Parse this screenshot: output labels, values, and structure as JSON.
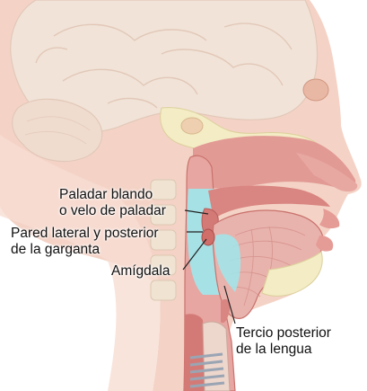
{
  "labels": {
    "soft_palate": {
      "line1": "Paladar blando",
      "line2": "o velo de paladar"
    },
    "throat_wall": {
      "line1": "Pared lateral y posterior",
      "line2": "de la garganta"
    },
    "tonsil": {
      "line1": "Amígdala"
    },
    "tongue_base": {
      "line1": "Tercio posterior",
      "line2": "de la lengua"
    }
  },
  "colors": {
    "skin": "#f4d3c6",
    "skin_shade": "#ecbfae",
    "tissue": "#e29a95",
    "tissue_dark": "#c9726d",
    "highlight": "#9fe8ec",
    "brain": "#f1e3d8",
    "brain_line": "#e2c8b8",
    "bone": "#f3ecc4",
    "leader": "#222222"
  }
}
